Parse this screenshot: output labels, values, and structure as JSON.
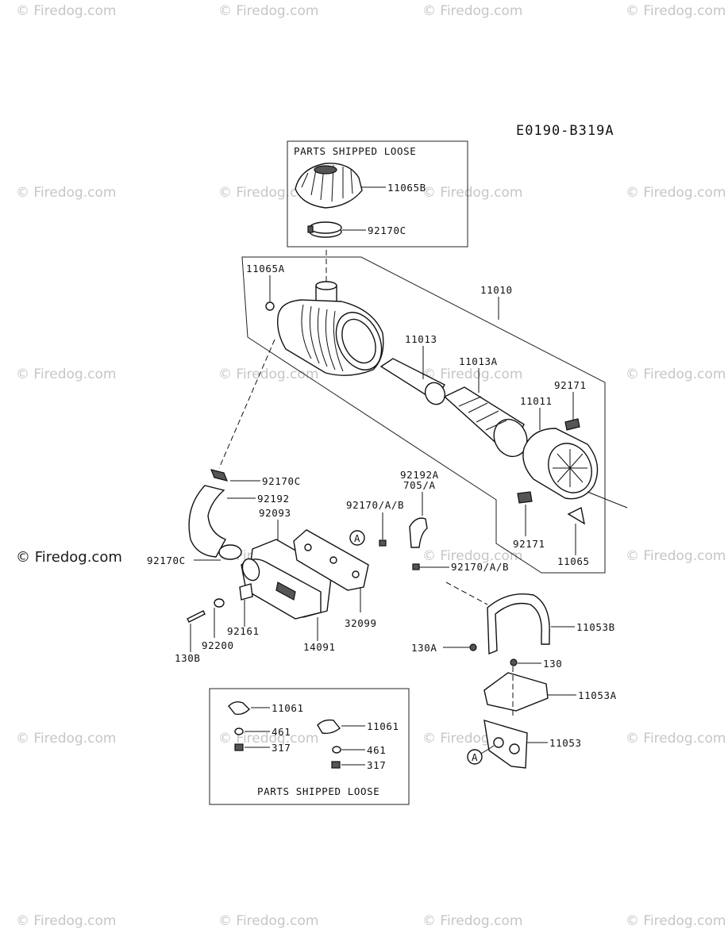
{
  "watermark": {
    "text": "© Firedog.com",
    "prominent_text": "© Firedog.com"
  },
  "diagram": {
    "code": "E0190-B319A",
    "boxes": {
      "top_title": "PARTS SHIPPED LOOSE",
      "bottom_title": "PARTS SHIPPED LOOSE"
    },
    "callouts": {
      "a1": "A",
      "a2": "A"
    },
    "labels": {
      "p11065B": "11065B",
      "p92170C_top": "92170C",
      "p11065A": "11065A",
      "p11010": "11010",
      "p11013": "11013",
      "p11013A": "11013A",
      "p11011": "11011",
      "p92171_top": "92171",
      "p92171_bot": "92171",
      "p11065": "11065",
      "p92170C_mid": "92170C",
      "p92192": "92192",
      "p92093": "92093",
      "p92192A": "92192A",
      "p705A": "705/A",
      "p92170AB_1": "92170/A/B",
      "p92170AB_2": "92170/A/B",
      "p92170C_left": "92170C",
      "p32099": "32099",
      "p92161": "92161",
      "p92200": "92200",
      "p14091": "14091",
      "p130B": "130B",
      "p11053B": "11053B",
      "p130A": "130A",
      "p130": "130",
      "p11053A": "11053A",
      "p11053": "11053",
      "p11061_a": "11061",
      "p461_a": "461",
      "p317_a": "317",
      "p11061_b": "11061",
      "p461_b": "461",
      "p317_b": "317"
    }
  }
}
